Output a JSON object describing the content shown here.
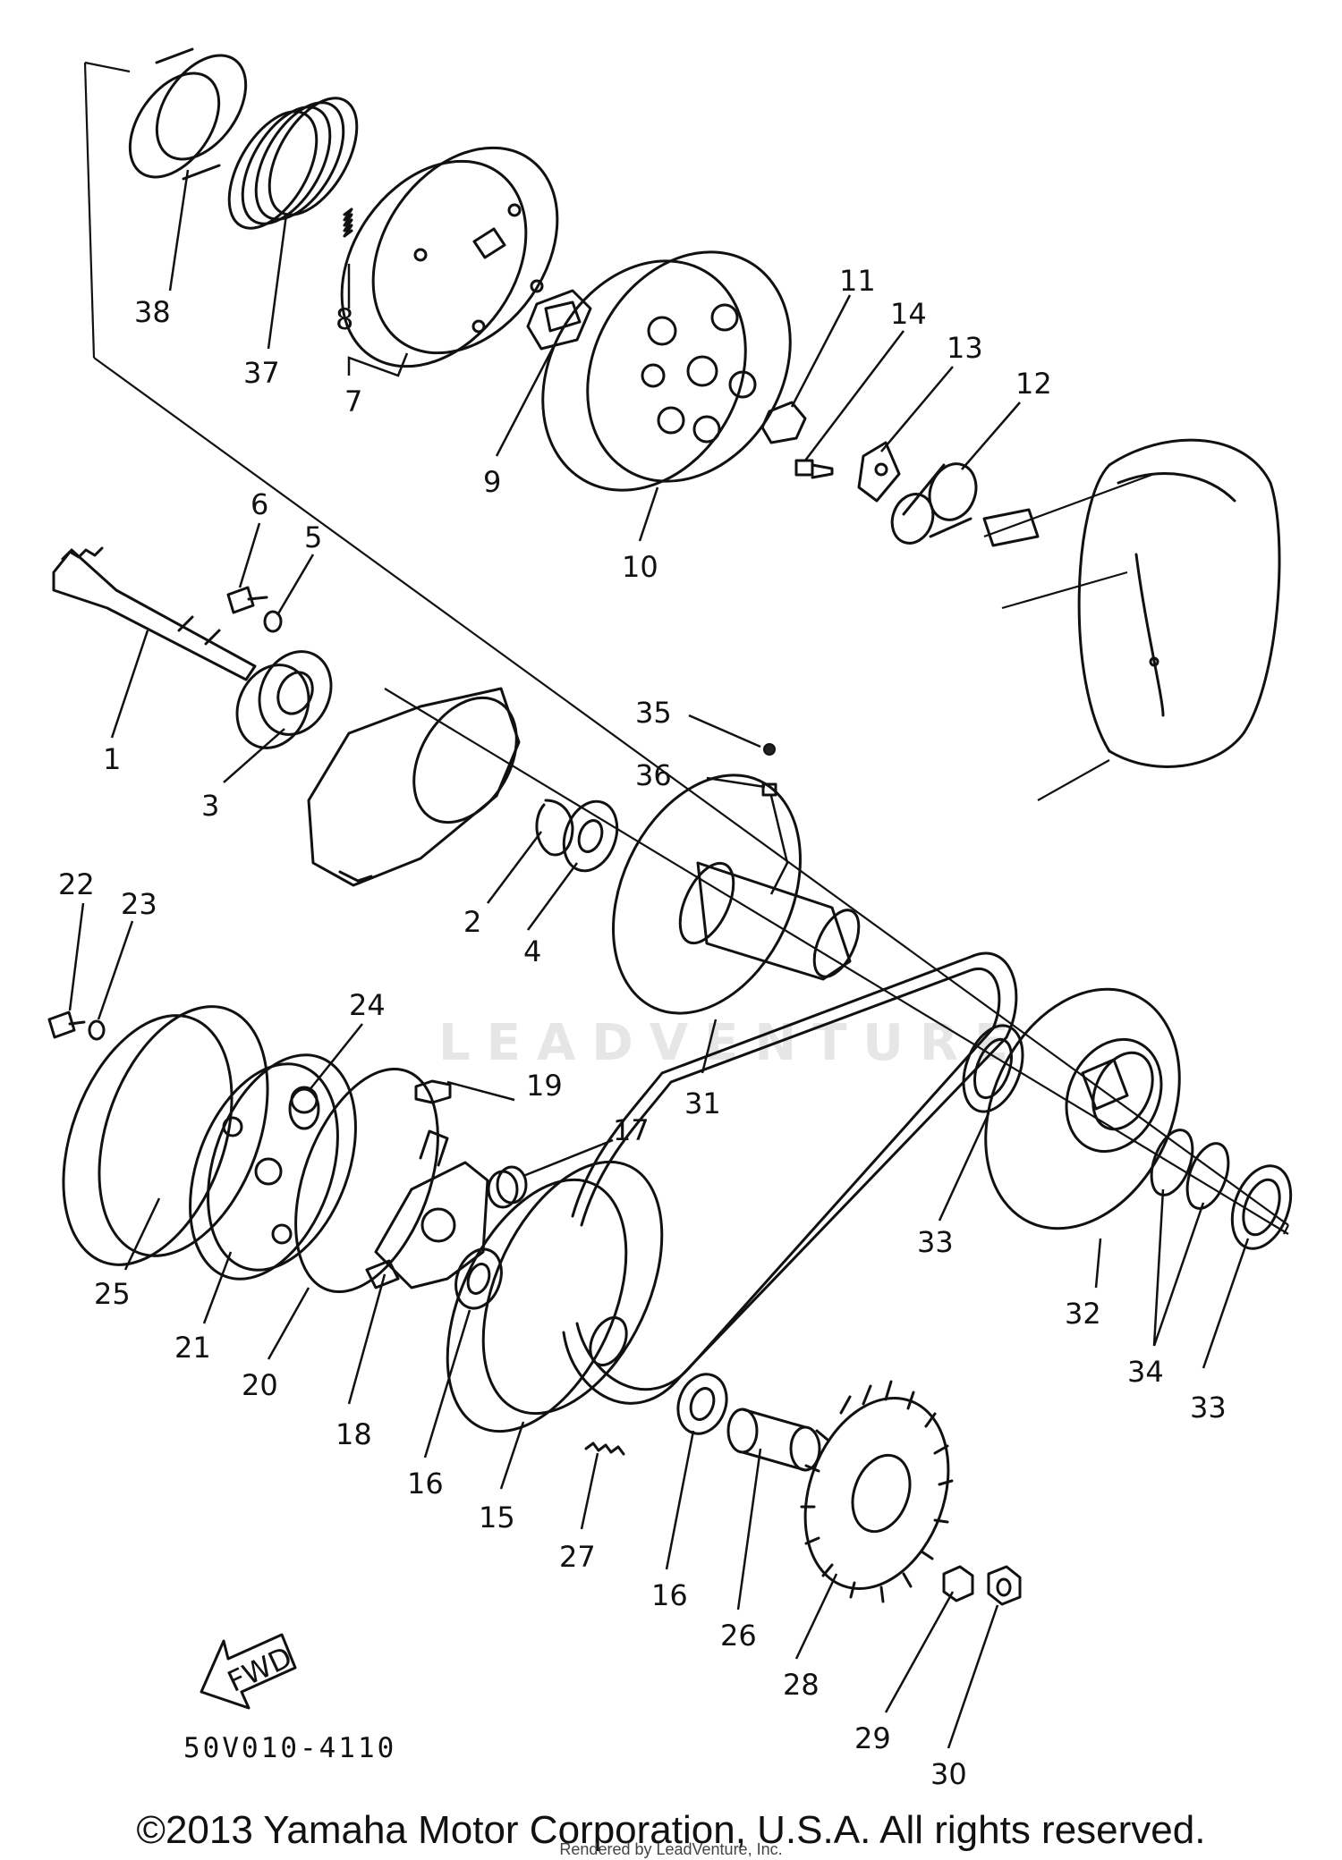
{
  "diagram": {
    "drawing_code": "50V010-4110",
    "copyright": "©2013 Yamaha Motor Corporation, U.S.A. All rights reserved.",
    "rendered_by": "Rendered by LeadVenture, Inc.",
    "watermark": "LEADVENTURE",
    "fwd_label": "FWD",
    "callouts": [
      "1",
      "2",
      "3",
      "4",
      "5",
      "6",
      "7",
      "8",
      "9",
      "10",
      "11",
      "12",
      "13",
      "14",
      "15",
      "16",
      "16",
      "17",
      "18",
      "19",
      "20",
      "21",
      "22",
      "23",
      "24",
      "25",
      "26",
      "27",
      "28",
      "29",
      "30",
      "31",
      "32",
      "33",
      "33",
      "34",
      "35",
      "36",
      "37",
      "38"
    ]
  }
}
